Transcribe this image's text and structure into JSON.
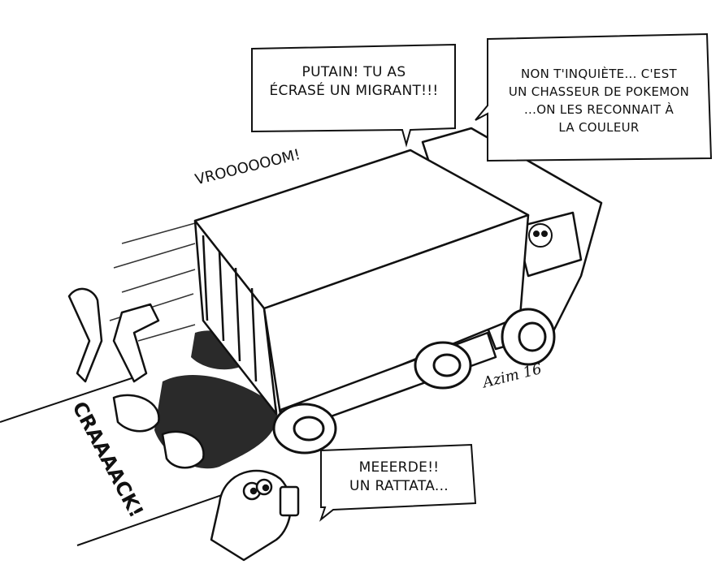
{
  "bubbles": {
    "bubble_1": {
      "line_1": "PUTAIN! TU AS",
      "line_2": "ÉCRASÉ UN MIGRANT!!!"
    },
    "bubble_2": {
      "line_1": "NON T'INQUIÈTE... C'EST",
      "line_2": "UN CHASSEUR DE POKEMON",
      "line_3": "...ON LES RECONNAIT À",
      "line_4": "LA COULEUR"
    },
    "bubble_3": {
      "line_1": "MEEERDE!!",
      "line_2": "UN RATTATA..."
    }
  },
  "sound_effects": {
    "engine": "VROOOOOOM!",
    "crash": "CRAAAACK!"
  },
  "signature": "Azim 16",
  "colors": {
    "ink": "#111111",
    "paper": "#ffffff",
    "ground_shadow": "#2a2a2a"
  }
}
